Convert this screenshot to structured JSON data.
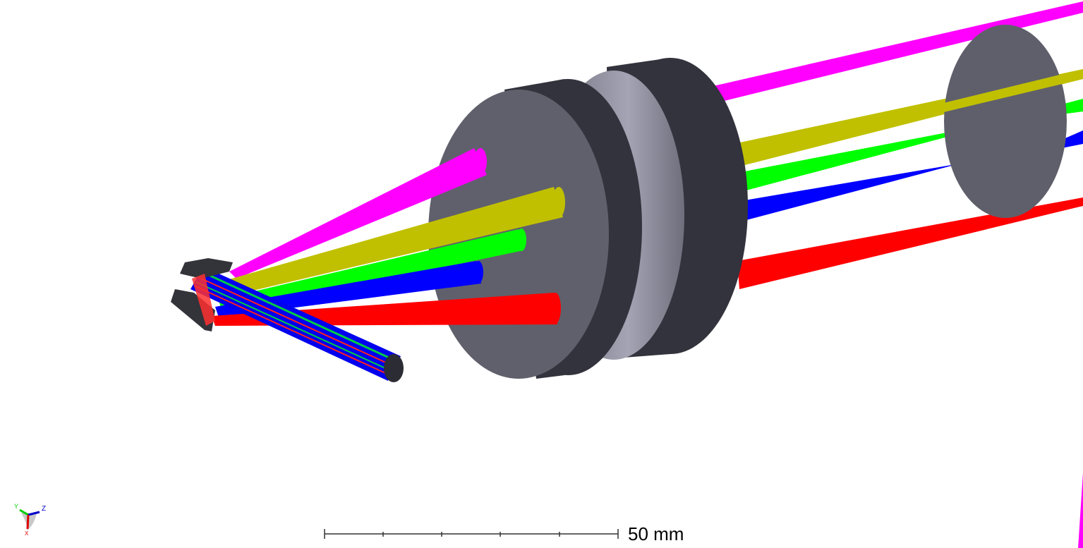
{
  "viewer": {
    "scale_bar_label": "50 mm",
    "scale_bar_divisions": 5,
    "axes": {
      "x": "X",
      "y": "Y",
      "z": "Z"
    }
  },
  "beam_colors": {
    "field_1": "#ff00ff",
    "field_2": "#c0c000",
    "field_3": "#00ff00",
    "field_4": "#0000ff",
    "field_5": "#ff0000"
  },
  "component_colors": {
    "lens_face": "#60606c",
    "lens_edge": "#33333d",
    "lens_light": "#9a9aaa"
  }
}
